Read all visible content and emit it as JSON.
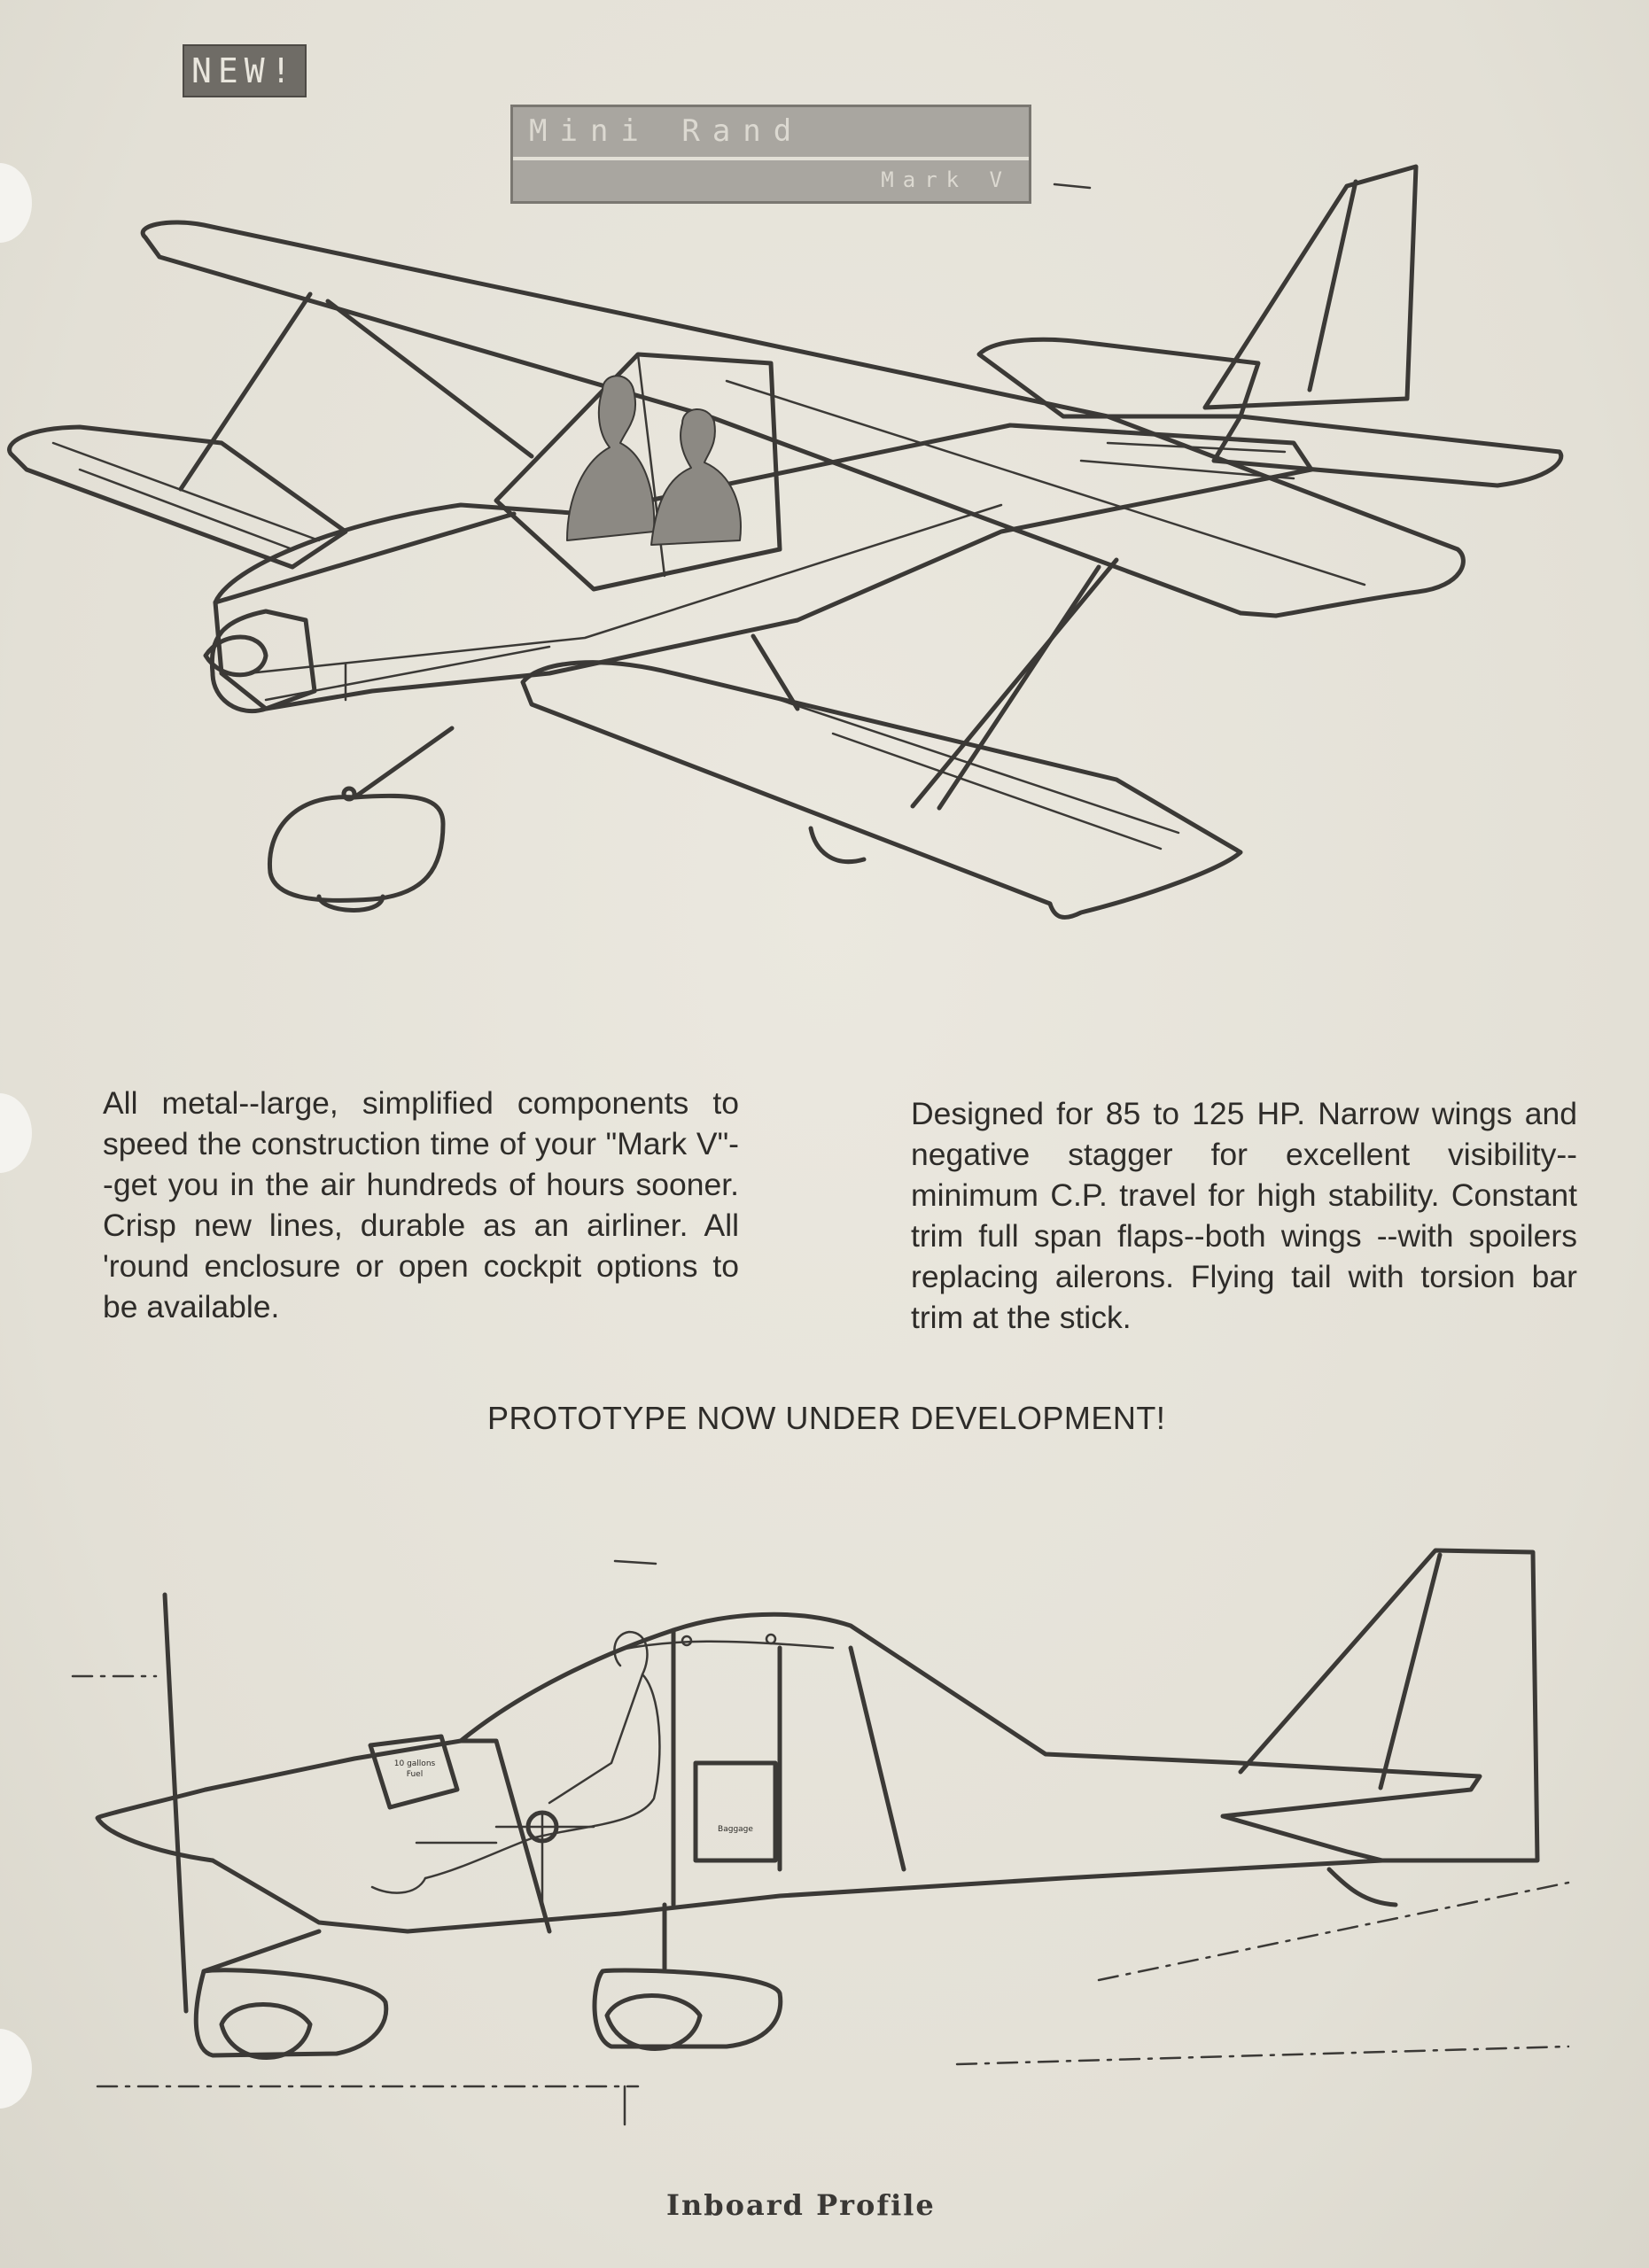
{
  "badge": {
    "label": "NEW!"
  },
  "title_plate": {
    "line1": "Mini Rand",
    "line2": "Mark V"
  },
  "copy": {
    "left": "All metal--large, simplified components to speed the construction time of your \"Mark V\"--get you in the air hundreds of hours sooner. Crisp new lines, durable as an airliner. All 'round enclosure or open cockpit options to be available.",
    "right": "Designed for 85 to 125 HP. Narrow wings and negative stagger for excellent visibility--minimum C.P. travel for high stability. Constant trim full span flaps--both wings --with spoilers replacing ailerons. Flying tail with torsion bar trim at the stick."
  },
  "announcement": "PROTOTYPE NOW UNDER DEVELOPMENT!",
  "profile": {
    "fuel_label_line1": "10 gallons",
    "fuel_label_line2": "Fuel",
    "baggage_label": "Baggage",
    "caption": "Inboard Profile"
  }
}
